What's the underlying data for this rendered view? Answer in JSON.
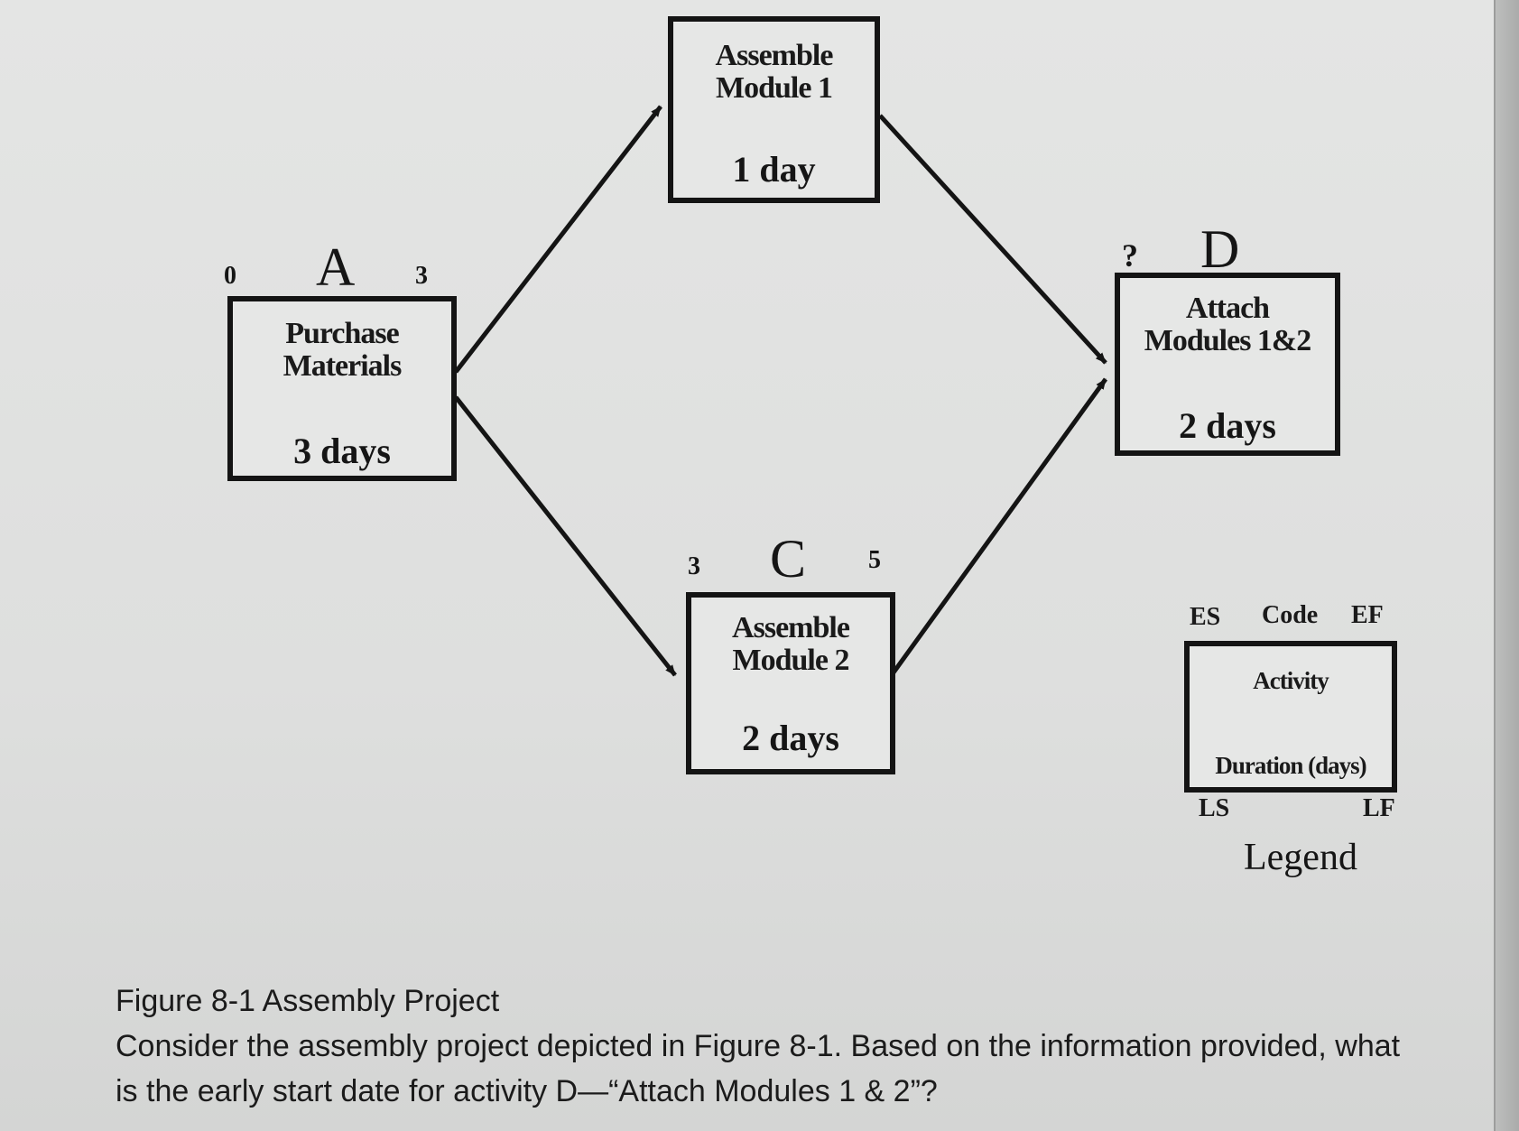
{
  "diagram": {
    "nodes": [
      {
        "code": "A",
        "es": "0",
        "ef": "3",
        "activity": "Purchase\nMaterials",
        "duration": "3 days"
      },
      {
        "code": "",
        "es": "",
        "ef": "",
        "activity": "Assemble\nModule 1",
        "duration": "1 day"
      },
      {
        "code": "C",
        "es": "3",
        "ef": "5",
        "activity": "Assemble\nModule 2",
        "duration": "2 days"
      },
      {
        "code": "D",
        "es": "?",
        "ef": "",
        "activity": "Attach\nModules 1&2",
        "duration": "2 days"
      }
    ],
    "edges": [
      {
        "from": "A",
        "to": "Assemble Module 1"
      },
      {
        "from": "A",
        "to": "C"
      },
      {
        "from": "Assemble Module 1",
        "to": "D"
      },
      {
        "from": "C",
        "to": "D"
      }
    ],
    "legend": {
      "es": "ES",
      "code": "Code",
      "ef": "EF",
      "activity": "Activity",
      "duration": "Duration (days)",
      "ls": "LS",
      "lf": "LF",
      "title": "Legend"
    }
  },
  "caption": {
    "figure_title": "Figure 8-1 Assembly Project",
    "question_line1": "Consider the assembly project depicted in Figure 8-1. Based on the information provided, what",
    "question_line2": "is the early start date for activity D—“Attach Modules 1 & 2”?"
  },
  "colors": {
    "ink": "#141414",
    "paper": "#e2e3e2"
  }
}
